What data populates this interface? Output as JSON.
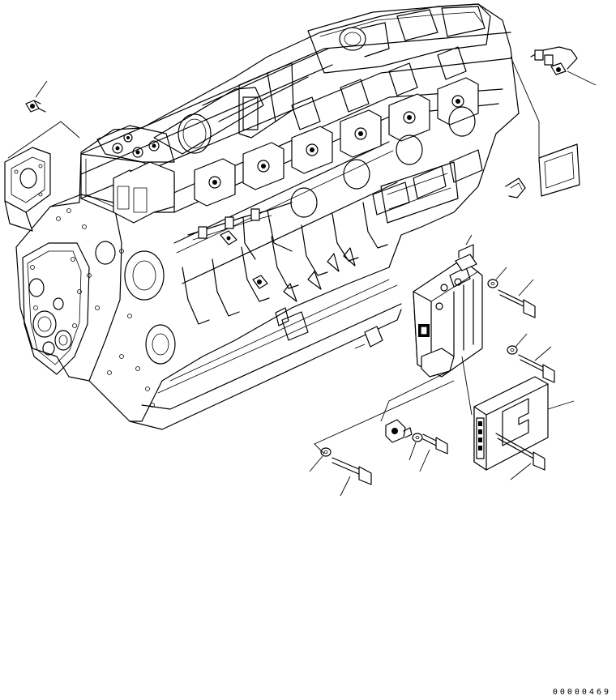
{
  "figure": {
    "code": "00000469"
  },
  "parts": [
    {
      "id": "pressure-sensor-top-left",
      "kind": "sensor"
    },
    {
      "id": "cover-plate-left",
      "kind": "cover"
    },
    {
      "id": "harness-sensor-top-right",
      "kind": "sensor"
    },
    {
      "id": "cover-plate-right",
      "kind": "cover"
    },
    {
      "id": "clip",
      "kind": "clip"
    },
    {
      "id": "controller-bracket",
      "kind": "bracket"
    },
    {
      "id": "washer-upper",
      "kind": "washer"
    },
    {
      "id": "bolt-upper",
      "kind": "bolt"
    },
    {
      "id": "washer-middle",
      "kind": "washer"
    },
    {
      "id": "bolt-middle",
      "kind": "bolt"
    },
    {
      "id": "controller-module",
      "kind": "controller"
    },
    {
      "id": "bolt-controller",
      "kind": "bolt"
    },
    {
      "id": "speed-sensor",
      "kind": "sensor"
    },
    {
      "id": "sensor-washer",
      "kind": "washer"
    },
    {
      "id": "sensor-bolt",
      "kind": "bolt"
    },
    {
      "id": "washer-lower",
      "kind": "washer"
    },
    {
      "id": "bolt-lower",
      "kind": "bolt"
    }
  ]
}
